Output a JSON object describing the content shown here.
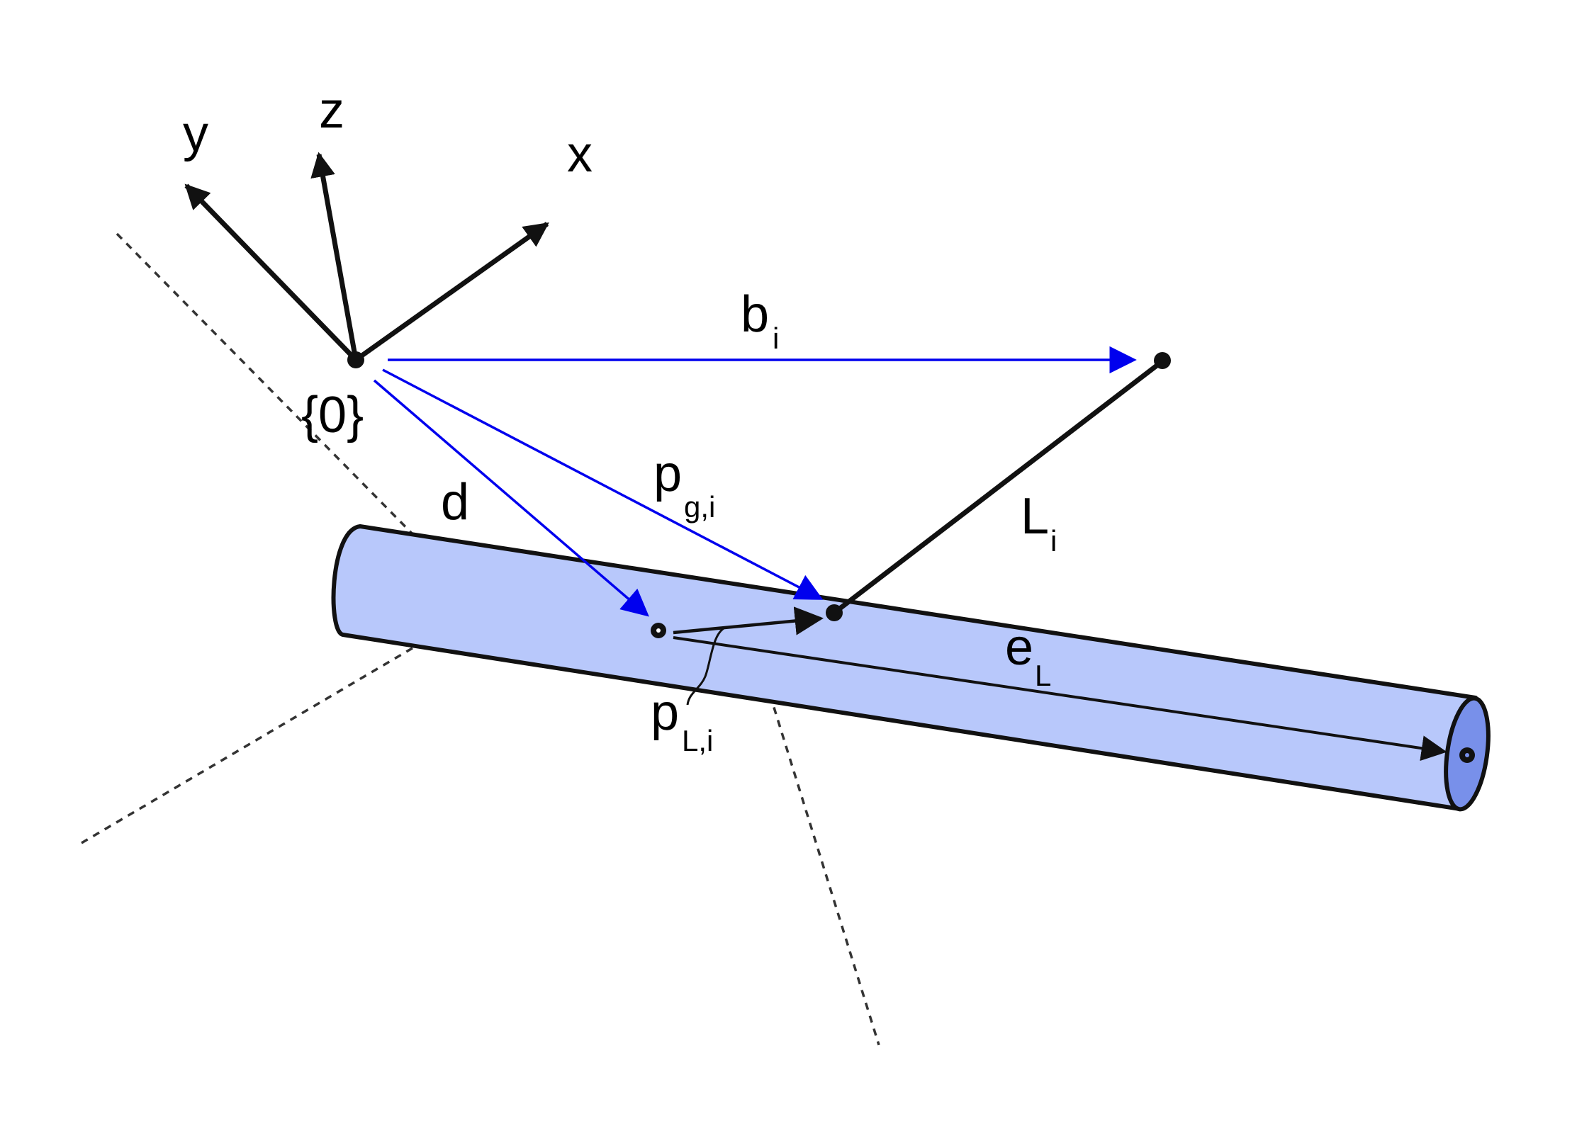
{
  "colors": {
    "blue_vector": "#0000ee",
    "black": "#111111",
    "cylinder_fill": "#b8c8fb",
    "cylinder_end_fill": "#7890ea",
    "dashed": "#333333"
  },
  "labels": {
    "axis_y": "y",
    "axis_z": "z",
    "axis_x": "x",
    "origin": "{0}",
    "b": "b",
    "b_sub": "i",
    "d": "d",
    "pg": "p",
    "pg_sub": "g,i",
    "L": "L",
    "L_sub": "i",
    "eL": "e",
    "eL_sub": "L",
    "pL": "p",
    "pL_sub": "L,i"
  }
}
